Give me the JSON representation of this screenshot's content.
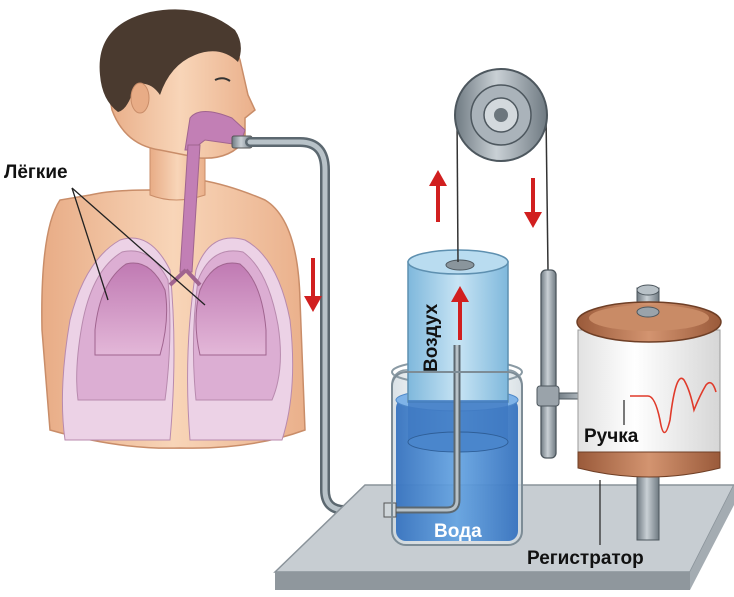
{
  "labels": {
    "lungs": "Лёгкие",
    "air": "Воздух",
    "water": "Вода",
    "pen": "Ручка",
    "recorder": "Регистратор"
  },
  "colors": {
    "arrow": "#d11f1f",
    "skin": "#f4c9a6",
    "lungs": "#cf8fc0",
    "water": "#3c7fd0",
    "air_cylinder": "#a9d1e8",
    "metal": "#8e98a0",
    "drum_cap": "#b8734e",
    "trace": "#e03a2a"
  },
  "icons": [
    "arrow-down-icon",
    "arrow-up-icon",
    "pulley-icon"
  ]
}
